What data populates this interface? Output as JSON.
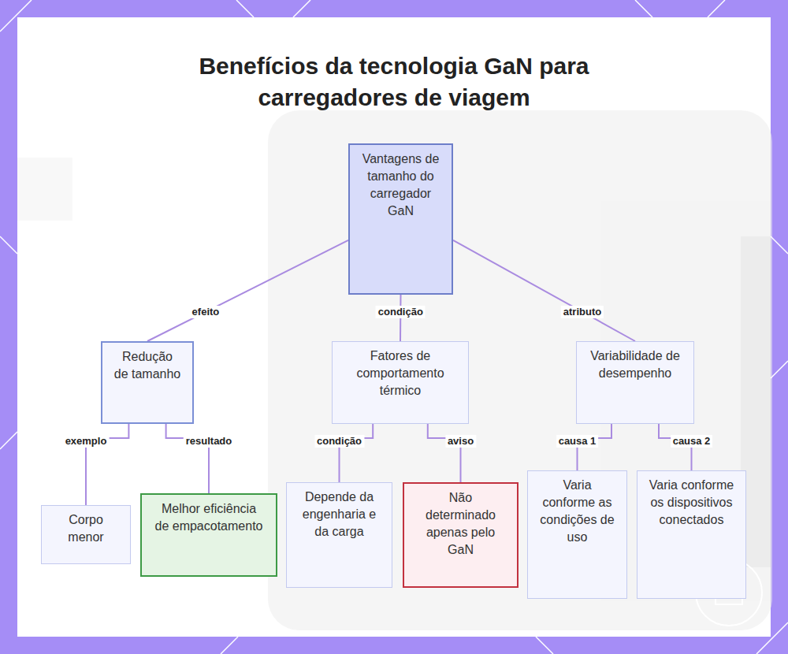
{
  "diagram": {
    "title": "Benefícios da tecnologia GaN para carregadores de viagem",
    "nodes": [
      {
        "text": [
          "Vantagens de tamanho do carregador GaN"
        ]
      },
      {
        "text": [
          "Redução de tamanho"
        ]
      },
      {
        "text": [
          "Fatores de comportamento térmico"
        ]
      },
      {
        "text": [
          "Variabilidade de desempenho"
        ]
      },
      {
        "text": [
          "Corpo menor"
        ]
      },
      {
        "text": [
          "Melhor eficiência de empacotamento"
        ]
      },
      {
        "text": [
          "Depende da engenharia e da carga"
        ]
      },
      {
        "text": [
          "Não determinado apenas pelo GaN"
        ]
      },
      {
        "text": [
          "Varia conforme as condições de uso"
        ]
      },
      {
        "text": [
          "Varia conforme os dispositivos conectados"
        ]
      }
    ],
    "edges": [
      {
        "from": 0,
        "to": 1,
        "label": "efeito",
        "arrow": "none"
      },
      {
        "from": 0,
        "to": 2,
        "label": "condição",
        "arrow": "none"
      },
      {
        "from": 0,
        "to": 3,
        "label": "atributo",
        "arrow": "none"
      },
      {
        "from": 1,
        "to": 4,
        "label": "exemplo",
        "arrow": "none"
      },
      {
        "from": 1,
        "to": 5,
        "label": "resultado",
        "arrow": "none"
      },
      {
        "from": 2,
        "to": 6,
        "label": "condição",
        "arrow": "none"
      },
      {
        "from": 2,
        "to": 7,
        "label": "aviso",
        "arrow": "none"
      },
      {
        "from": 3,
        "to": 8,
        "label": "causa 1",
        "arrow": "none"
      },
      {
        "from": 3,
        "to": 9,
        "label": "causa 2",
        "arrow": "none"
      }
    ]
  }
}
